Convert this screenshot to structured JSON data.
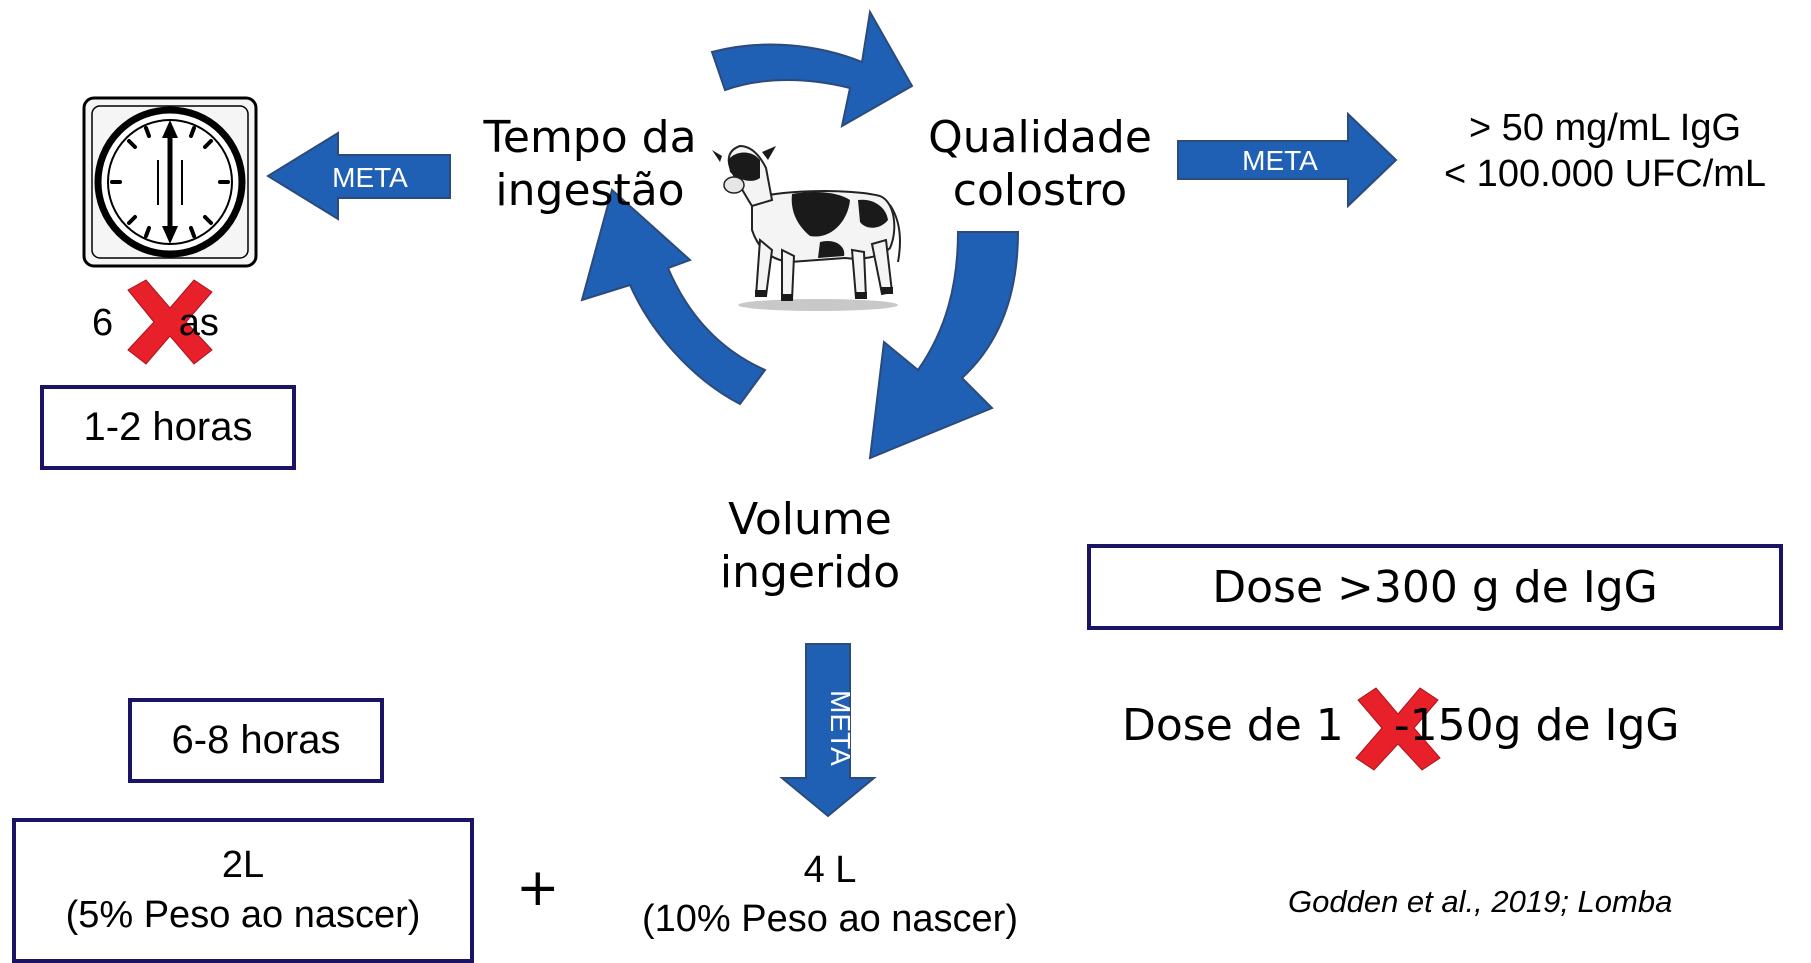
{
  "cycle": {
    "time_line1": "Tempo da",
    "time_line2": "ingestão",
    "quality_line1": "Qualidade",
    "quality_line2": "colostro",
    "volume_line1": "Volume",
    "volume_line2": "ingerido"
  },
  "meta_labels": {
    "left": "META",
    "right": "META",
    "down": "META"
  },
  "left_panel": {
    "six_hours_prefix": "6 ",
    "six_hours_suffix": "as",
    "box_1_2": "1-2  horas",
    "box_6_8": "6-8  horas",
    "box_2l_line1": "2L",
    "box_2l_line2": "(5% Peso ao nascer)",
    "plus": "+"
  },
  "right_panel": {
    "igg_line": "> 50 mg/mL IgG",
    "ufc_line": "< 100.000 UFC/mL",
    "dose_box": "Dose >300 g de IgG",
    "dose_old_prefix": "Dose de 1",
    "dose_old_suffix": "-150g de IgG"
  },
  "bottom": {
    "volume_line1": "4 L",
    "volume_line2": "(10% Peso ao nascer)"
  },
  "citation": "Godden et al., 2019; Lomba",
  "colors": {
    "arrow_blue": "#1f5fb4",
    "arrow_border": "#2c4a7a",
    "box_border": "#1b1464",
    "cross_red": "#e8202a"
  },
  "icons": [
    "clock-icon",
    "calf-icon",
    "red-x-icon"
  ]
}
